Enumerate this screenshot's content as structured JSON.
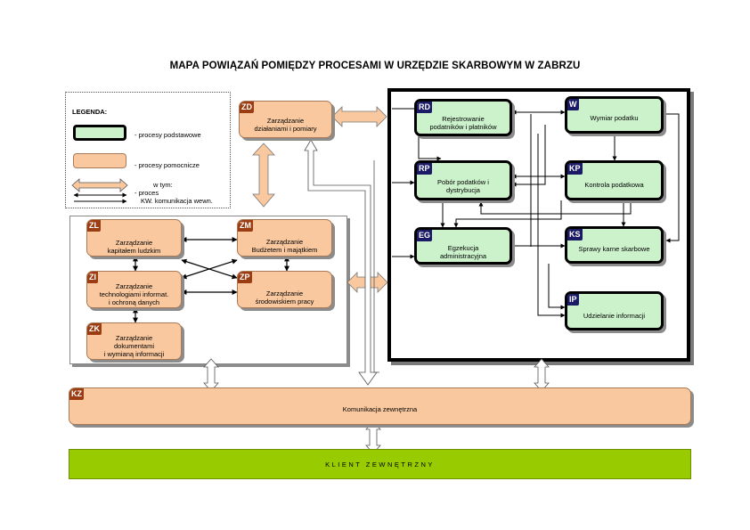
{
  "title": "MAPA POWIĄZAŃ POMIĘDZY PROCESAMI W URZĘDZIE SKARBOWYM W ZABRZU",
  "legend": {
    "heading": "LEGENDA:",
    "core_processes": "- procesy podstawowe",
    "support_processes": "- procesy pomocnicze",
    "including": "w tym:",
    "process_arrow": "- proces",
    "internal_comm": "KW. komunikacja wewn."
  },
  "colors": {
    "core_fill": "#ccf2cc",
    "support_fill": "#f9c89f",
    "client_fill": "#99cc00",
    "core_code_bg": "#1a1a66",
    "support_code_bg": "#9b3c12"
  },
  "nodes": {
    "zd": {
      "code": "ZD",
      "line1": "Zarządzanie",
      "line2": "działaniami i pomiary",
      "line3": ""
    },
    "zl": {
      "code": "ZL",
      "line1": "Zarządzanie",
      "line2": "kapitałem ludzkim",
      "line3": ""
    },
    "zm": {
      "code": "ZM",
      "line1": "Zarządzanie",
      "line2": "Budżetem i majątkiem",
      "line3": ""
    },
    "zi": {
      "code": "ZI",
      "line1": "Zarządzanie",
      "line2": "technologiami informat.",
      "line3": "i ochroną danych"
    },
    "zp": {
      "code": "ZP",
      "line1": "Zarządzanie",
      "line2": "środowiskiem pracy",
      "line3": ""
    },
    "zk": {
      "code": "ZK",
      "line1": "Zarządzanie",
      "line2": "dokumentami",
      "line3": "i wymianą informacji"
    },
    "rd": {
      "code": "RD",
      "line1": "Rejestrowanie",
      "line2": "podatników i płatników",
      "line3": ""
    },
    "w": {
      "code": "W",
      "line1": "Wymiar podatku",
      "line2": "",
      "line3": ""
    },
    "rp": {
      "code": "RP",
      "line1": "Pobór podatków i",
      "line2": "dystrybucja",
      "line3": ""
    },
    "kp": {
      "code": "KP",
      "line1": "Kontrola podatkowa",
      "line2": "",
      "line3": ""
    },
    "eg": {
      "code": "EG",
      "line1": "Egzekucja",
      "line2": "administracyjna",
      "line3": ""
    },
    "ks": {
      "code": "KS",
      "line1": "Sprawy karne skarbowe",
      "line2": "",
      "line3": ""
    },
    "ip": {
      "code": "IP",
      "line1": "Udzielanie informacji",
      "line2": "",
      "line3": ""
    },
    "kz": {
      "code": "KZ",
      "line1": "Komunikacja zewnętrzna"
    }
  },
  "client": "KLIENT ZEWNĘTRZNY"
}
